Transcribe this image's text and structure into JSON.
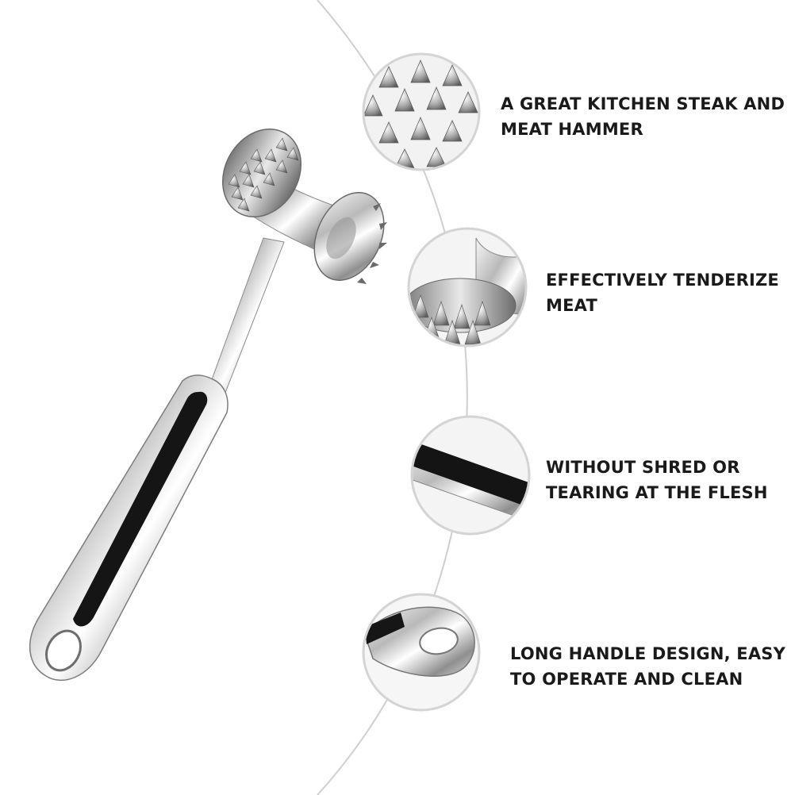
{
  "features": [
    {
      "icon": "spikes-closeup-icon",
      "lines": [
        "A GREAT KITCHEN STEAK AND",
        "MEAT HAMMER"
      ]
    },
    {
      "icon": "hammer-head-closeup-icon",
      "lines": [
        "EFFECTIVELY TENDERIZE",
        "MEAT"
      ]
    },
    {
      "icon": "handle-grip-closeup-icon",
      "lines": [
        "WITHOUT SHRED OR",
        "TEARING AT THE FLESH"
      ]
    },
    {
      "icon": "hanging-loop-closeup-icon",
      "lines": [
        "LONG HANDLE DESIGN, EASY",
        "TO OPERATE AND CLEAN"
      ]
    }
  ]
}
